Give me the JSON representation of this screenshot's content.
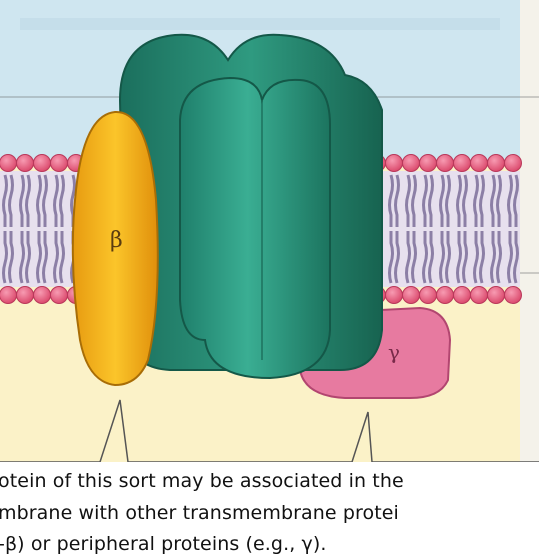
{
  "figure": {
    "labels": {
      "beta": "β",
      "gamma": "γ"
    },
    "caption_lines": [
      "otein of this sort may be associated in the",
      "mbrane with other transmembrane protei",
      "-β) or peripheral proteins (e.g., γ)."
    ],
    "colors": {
      "extracellular": "#cfe6f0",
      "cytoplasm": "#fbf2c8",
      "lipid_head": "#e85a7c",
      "lipid_tail": "#8c7fa6",
      "channel": "#2f9c84",
      "beta_subunit": "#f5b51a",
      "gamma_subunit": "#e77aa0"
    }
  }
}
